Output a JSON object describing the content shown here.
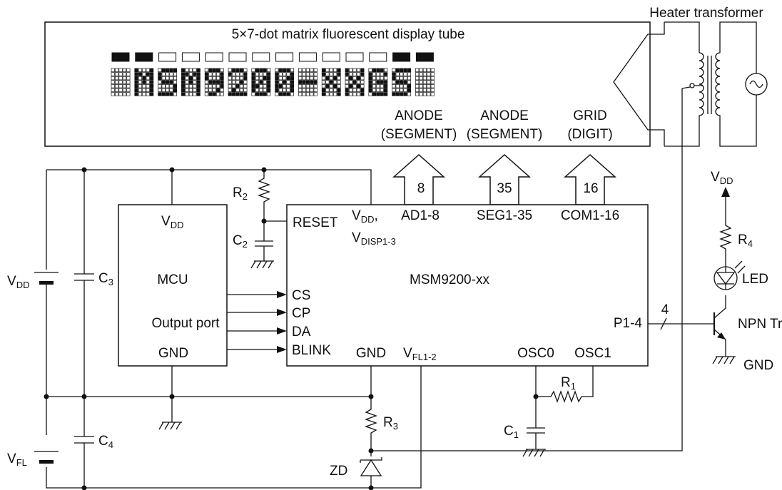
{
  "vfd": {
    "title": "5×7-dot matrix fluorescent display tube",
    "display_text": "MSM9200-XXGS",
    "anode1": "ANODE",
    "anode1_sub": "(SEGMENT)",
    "anode2": "ANODE",
    "anode2_sub": "(SEGMENT)",
    "grid": "GRID",
    "grid_sub": "(DIGIT)"
  },
  "transformer": {
    "label": "Heater transformer"
  },
  "buses": {
    "ad_count": "8",
    "seg_count": "35",
    "com_count": "16",
    "port_count": "4"
  },
  "mcu": {
    "vdd": "V",
    "vdd_sub": "DD",
    "title": "MCU",
    "output_port": "Output port",
    "gnd": "GND"
  },
  "chip": {
    "title": "MSM9200-xx",
    "reset": "RESET",
    "vdd": "V",
    "vdd_sub": "DD",
    "vdd_comma": ",",
    "vdisp": "V",
    "vdisp_sub": "DISP1-3",
    "ad": "AD1-8",
    "seg": "SEG1-35",
    "com": "COM1-16",
    "cs": "CS",
    "cp": "CP",
    "da": "DA",
    "blink": "BLINK",
    "gnd": "GND",
    "vfl": "V",
    "vfl_sub": "FL1-2",
    "osc0": "OSC0",
    "osc1": "OSC1",
    "p14": "P1-4"
  },
  "components": {
    "r": "R",
    "c": "C",
    "r1": "1",
    "r2": "2",
    "r3": "3",
    "r4": "4",
    "c1": "1",
    "c2": "2",
    "c3": "3",
    "c4": "4",
    "zd": "ZD",
    "led": "LED",
    "npn": "NPN Tr",
    "gnd": "GND"
  },
  "supplies": {
    "vdd": "V",
    "vdd_sub": "DD",
    "vfl": "V",
    "vfl_sub": "FL"
  },
  "colors": {
    "line": "#111111",
    "background": "#ffffff"
  }
}
